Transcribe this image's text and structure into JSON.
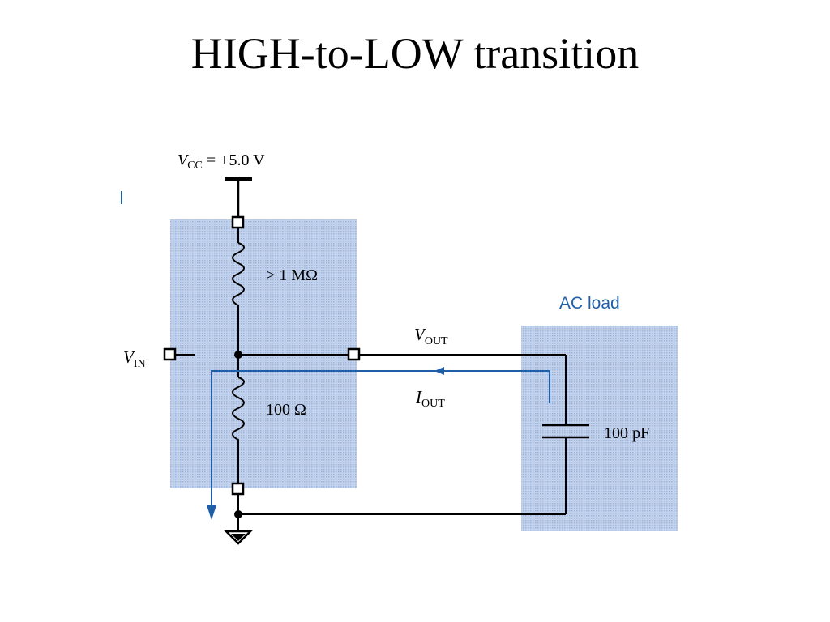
{
  "title": "HIGH-to-LOW transition",
  "diagram": {
    "vcc": {
      "sym": "V",
      "sub": "CC",
      "rest": " = +5.0 V"
    },
    "r_top": "> 1 MΩ",
    "r_bottom": "100 Ω",
    "vin": {
      "sym": "V",
      "sub": "IN"
    },
    "vout": {
      "sym": "V",
      "sub": "OUT"
    },
    "iout": {
      "sym": "I",
      "sub": "OUT"
    },
    "ac_load": "AC load",
    "capacitor": "100 pF",
    "colors": {
      "shade": "#b7c8e6",
      "wire": "#000000",
      "current": "#1f5fa8"
    }
  }
}
